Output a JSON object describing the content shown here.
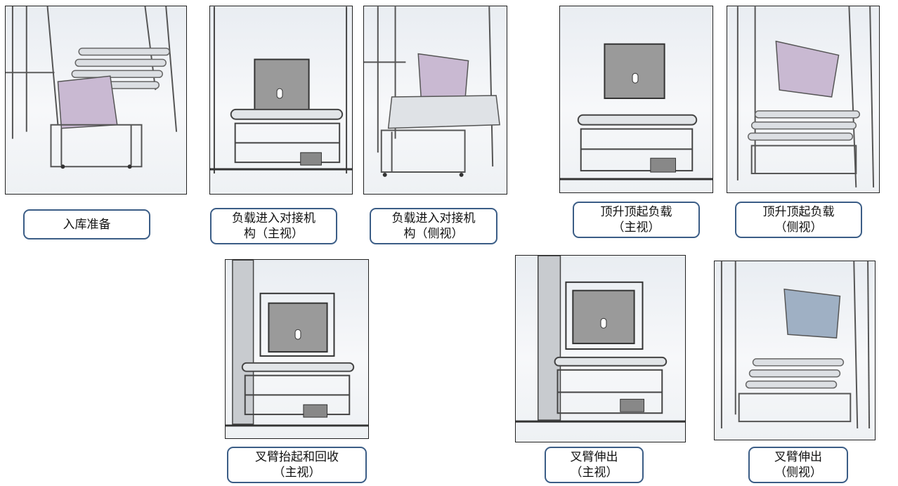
{
  "steps": [
    {
      "id": "s1",
      "caption": "入库准备"
    },
    {
      "id": "s2",
      "caption": "负载进入对接机\n构（主视）"
    },
    {
      "id": "s3",
      "caption": "负载进入对接机\n构（侧视）"
    },
    {
      "id": "s4",
      "caption": "顶升顶起负载\n（主视）"
    },
    {
      "id": "s5",
      "caption": "顶升顶起负载\n（侧视）"
    },
    {
      "id": "s6",
      "caption": "叉臂抬起和回收\n（主视）"
    },
    {
      "id": "s7",
      "caption": "叉臂伸出\n（主视）"
    },
    {
      "id": "s8",
      "caption": "叉臂伸出\n（侧视）"
    }
  ]
}
